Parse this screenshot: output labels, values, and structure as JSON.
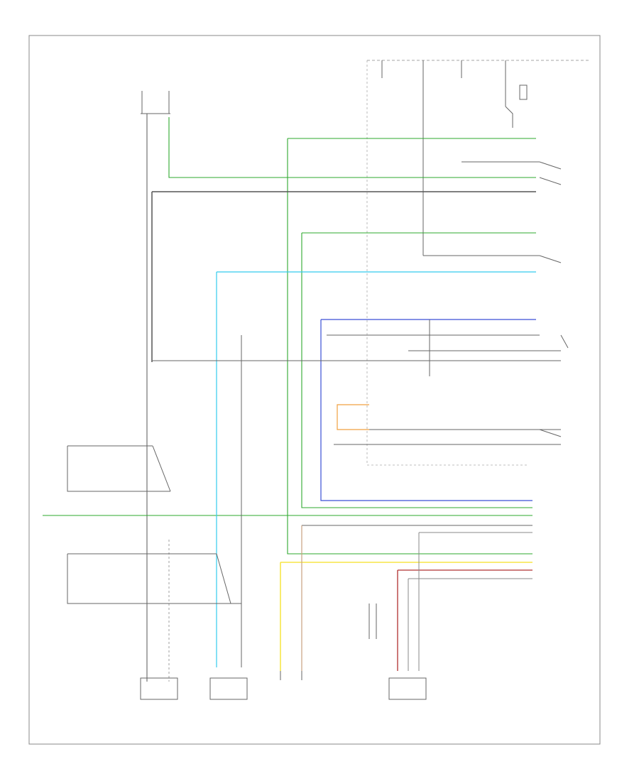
{
  "footer": {
    "code": ""
  },
  "colors": {
    "frame": "#888888",
    "wire_default": "#666666",
    "wire_dark": "#555555",
    "green": "#2ea82e",
    "light_green": "#5fd05f",
    "cyan": "#33ccee",
    "blue": "#3a4fd6",
    "orange": "#f0a040",
    "yellow": "#f5e020",
    "tan": "#c8a080",
    "red": "#b03030",
    "dashed": "#bbbbbb"
  },
  "components": [
    "top-right-fuse-block",
    "underhood-relay-block",
    "left-junction-block",
    "left-connector-1",
    "left-connector-2",
    "right-connector-1",
    "right-connector-2",
    "bottom-component-1",
    "bottom-component-2",
    "bottom-component-3",
    "bottom-component-4",
    "bottom-component-5"
  ]
}
